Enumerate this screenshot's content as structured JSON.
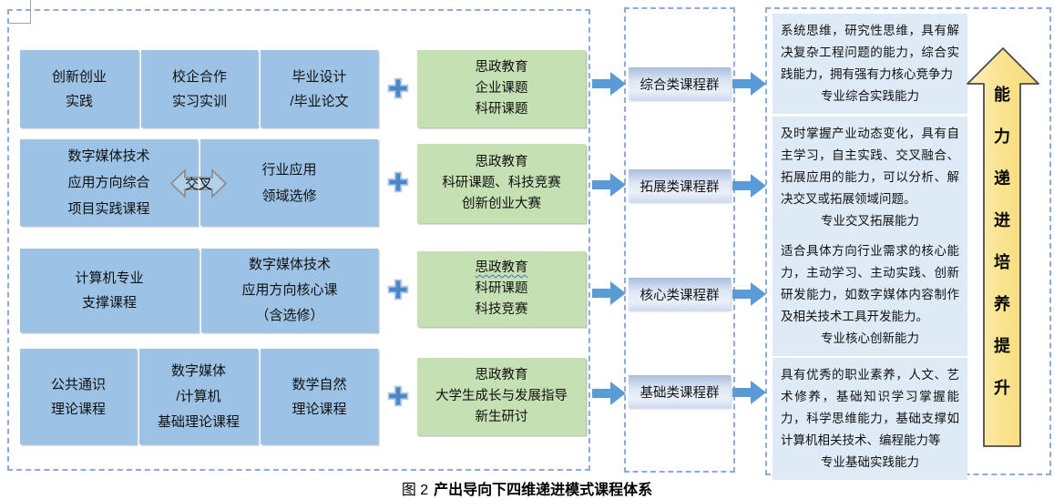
{
  "caption": {
    "figure_label": "图 2",
    "title": "产出导向下四维递进模式课程体系"
  },
  "left_panel": {
    "row1": {
      "box1": "创新创业\n实践",
      "box2": "校企合作\n实习实训",
      "box3": "毕业设计\n/毕业论文"
    },
    "row2": {
      "box1": "数字媒体技术\n应用方向综合\n项目实践课程",
      "cross_label": "交叉",
      "box2": "行业应用\n领域选修"
    },
    "row3": {
      "box1": "计算机专业\n支撑课程",
      "box2": "数字媒体技术\n应用方向核心课\n（含选修）"
    },
    "row4": {
      "box1": "公共通识\n理论课程",
      "box2": "数字媒体\n/计算机\n基础理论课程",
      "box3": "数学自然\n理论课程"
    }
  },
  "green_boxes": {
    "g1": "思政教育\n企业课题\n科研课题",
    "g2": "思政教育\n科研课题、科技竞赛\n创新创业大赛",
    "g3_line1": "思政教育",
    "g3_rest": "科研课题\n科技竞赛",
    "g4": "思政教育\n大学生成长与发展指导\n新生研讨"
  },
  "course_groups": {
    "g1": "综合类课程群",
    "g2": "拓展类课程群",
    "g3": "核心类课程群",
    "g4": "基础类课程群"
  },
  "ability_blocks": {
    "b1": {
      "body": "系统思维，研究性思维，具有解决复杂工程问题的能力，综合实践能力，拥有强有力核心竞争力",
      "tail": "专业综合实践能力"
    },
    "b2": {
      "body": "及时掌握产业动态变化，具有自主学习，自主实践、交叉融合、拓展应用的能力，可以分析、解决交叉或拓展领域问题。",
      "tail": "专业交叉拓展能力"
    },
    "b3": {
      "body": "适合具体方向行业需求的核心能力，主动学习、主动实践、创新研发能力，如数字媒体内容制作及相关技术工具开发能力。",
      "tail": "专业核心创新能力"
    },
    "b4": {
      "body": "具有优秀的职业素养，人文、艺术修养，基础知识学习掌握能力，科学思维能力，基础支撑如计算机相关技术、编程能力等",
      "tail": "专业基础实践能力"
    }
  },
  "ability_arrow": {
    "text": "能力递进培养提升",
    "chars": [
      "能",
      "力",
      "递",
      "进",
      "培",
      "养",
      "提",
      "升"
    ]
  },
  "colors": {
    "box_blue": "#9CC3E5",
    "box_green": "#C5E0B3",
    "flow_arrow_blue": "#5B9BD5",
    "plus_blue": "#4A86C8",
    "group_label_gradient_top": "#A9BEDE",
    "ability_block_bg": "#DEEBF7",
    "ability_arrow_yellow": "#FAE491",
    "dashed_border": "#8FAADC"
  }
}
